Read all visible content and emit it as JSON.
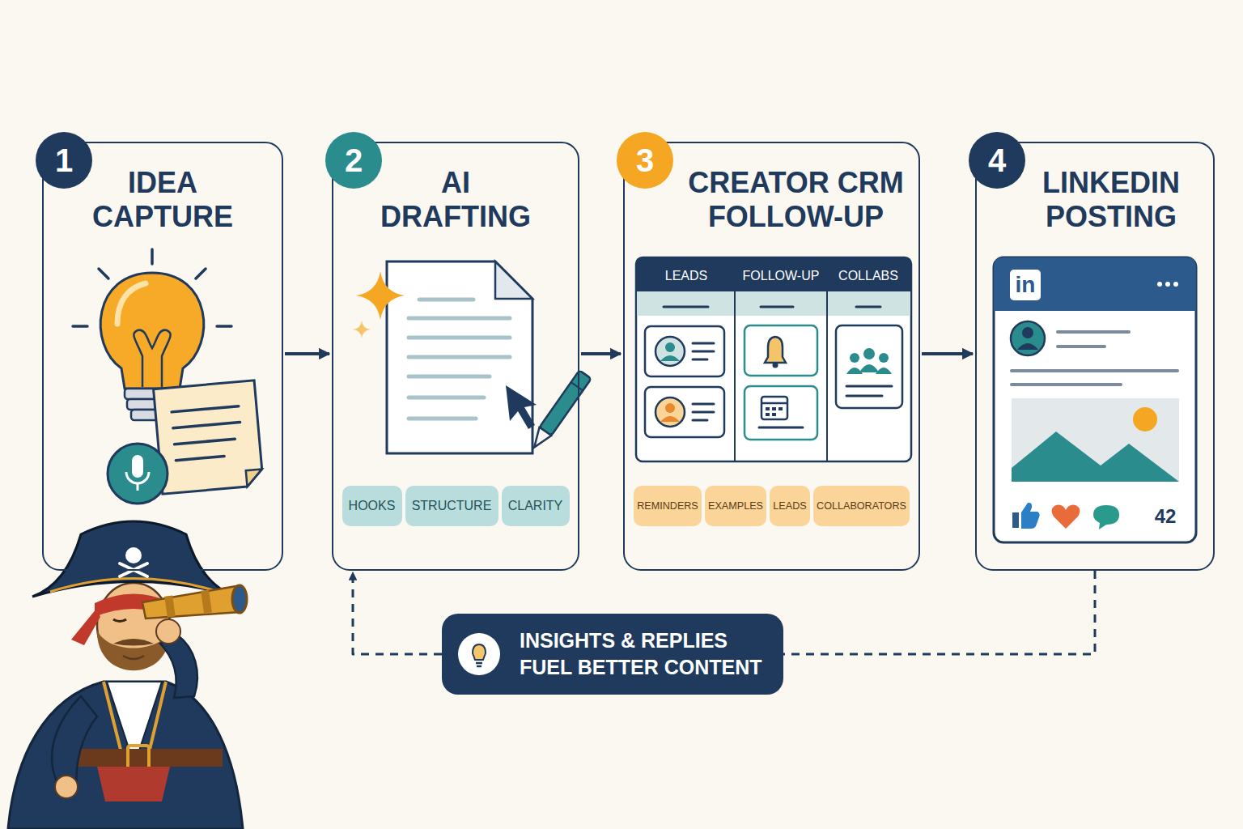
{
  "diagram": {
    "nodes": [
      {
        "text": [
          "IDEA CAPTURE"
        ]
      },
      {
        "text": [
          "1"
        ],
        "in": 0
      },
      {
        "text": [
          "AI DRAFTING"
        ]
      },
      {
        "text": [
          "2"
        ],
        "in": 2
      },
      {
        "text": [
          "HOOKS"
        ],
        "in": 2
      },
      {
        "text": [
          "STRUCTURE"
        ],
        "in": 2
      },
      {
        "text": [
          "CLARITY"
        ],
        "in": 2
      },
      {
        "text": [
          "CREATOR CRM FOLLOW-UP"
        ]
      },
      {
        "text": [
          "3"
        ],
        "in": 7
      },
      {
        "text": [
          "REMINDERS"
        ],
        "in": 7
      },
      {
        "text": [
          "EXAMPLES"
        ],
        "in": 7
      },
      {
        "text": [
          "LEADS"
        ],
        "in": 7
      },
      {
        "text": [
          "COLLABORATORS"
        ],
        "in": 7
      },
      {
        "text": [
          "LINKEDIN POSTING"
        ]
      },
      {
        "text": [
          "4"
        ],
        "in": 13
      },
      {
        "text": [
          "INSIGHTS & REPLIES FUEL BETTER CONTENT"
        ]
      }
    ],
    "edges": [
      {
        "from": 0,
        "to": 2,
        "arrow": "to"
      },
      {
        "from": 2,
        "to": 7,
        "arrow": "to"
      },
      {
        "from": 7,
        "to": 13,
        "arrow": "to"
      },
      {
        "from": 13,
        "to": 15,
        "arrow": "none"
      },
      {
        "from": 15,
        "to": 2,
        "arrow": "to"
      }
    ],
    "labels": [
      "LEADS",
      "FOLLOW-UP",
      "COLLABS",
      "in",
      "42"
    ]
  }
}
